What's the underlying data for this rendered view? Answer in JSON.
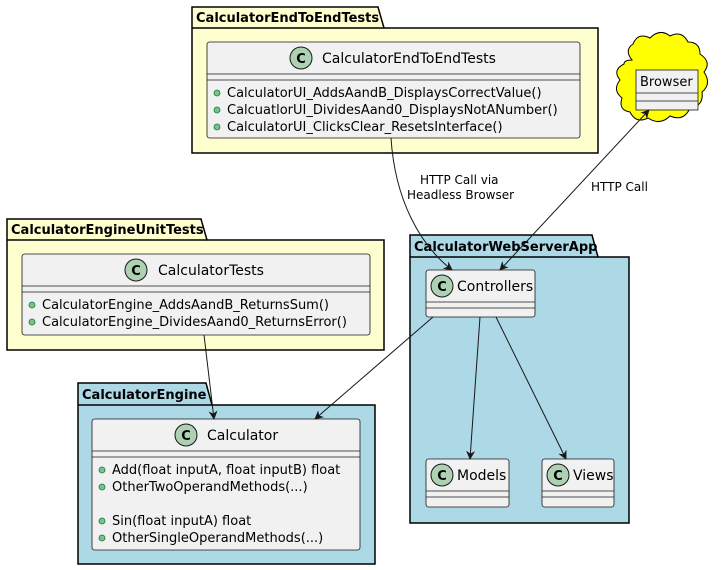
{
  "colors": {
    "package_yellow": "#FEFECE",
    "package_blue": "#ADD8E6",
    "class_fill": "#F1F1F1",
    "class_icon": "#ADD1B2",
    "browser_cloud": "#FFFF00",
    "public_dot": "#84BE84"
  },
  "packages": {
    "e2e": {
      "name": "CalculatorEndToEndTests"
    },
    "unit": {
      "name": "CalculatorEngineUnitTests"
    },
    "web": {
      "name": "CalculatorWebServerApp"
    },
    "engine": {
      "name": "CalculatorEngine"
    }
  },
  "classes": {
    "e2e": {
      "name": "CalculatorEndToEndTests",
      "icon": "class-icon",
      "methods": [
        "CalculatorUI_AddsAandB_DisplaysCorrectValue()",
        "CalcuatlorUI_DividesAand0_DisplaysNotANumber()",
        "CalculatorUI_ClicksClear_ResetsInterface()"
      ]
    },
    "tests": {
      "name": "CalculatorTests",
      "icon": "class-icon",
      "methods": [
        "CalculatorEngine_AddsAandB_ReturnsSum()",
        "CalculatorEngine_DividesAand0_ReturnsError()"
      ]
    },
    "controllers": {
      "name": "Controllers",
      "icon": "class-icon"
    },
    "models": {
      "name": "Models",
      "icon": "class-icon"
    },
    "views": {
      "name": "Views",
      "icon": "class-icon"
    },
    "calculator": {
      "name": "Calculator",
      "icon": "class-icon",
      "methods_group1": [
        "Add(float inputA, float inputB) float",
        "OtherTwoOperandMethods(...)"
      ],
      "methods_group2": [
        "Sin(float inputA) float",
        "OtherSingleOperandMethods(...)"
      ]
    }
  },
  "browser": {
    "name": "Browser",
    "icon": "cloud-node"
  },
  "edges": {
    "e2e_to_controllers": {
      "label_line1": "HTTP Call via",
      "label_line2": "Headless Browser"
    },
    "browser_controllers": {
      "label": "HTTP Call"
    }
  }
}
